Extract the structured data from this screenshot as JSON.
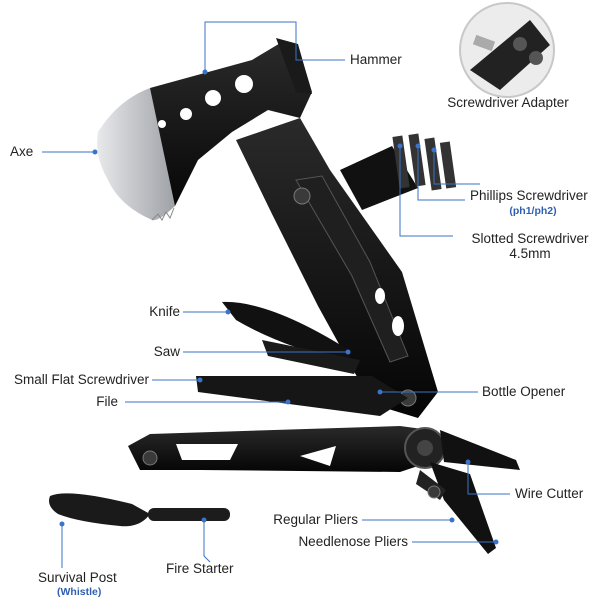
{
  "colors": {
    "leader": "#3a73c9",
    "sub_label": "#2f5fb3",
    "tool_body": "#111111",
    "blade": "#c7c9cc"
  },
  "labels": {
    "hammer": "Hammer",
    "screwdriver_adapter": "Screwdriver Adapter",
    "axe": "Axe",
    "phillips": "Phillips Screwdriver",
    "phillips_sub": "(ph1/ph2)",
    "slotted_line1": "Slotted Screwdriver",
    "slotted_line2": "4.5mm",
    "knife": "Knife",
    "saw": "Saw",
    "small_flat": "Small Flat Screwdriver",
    "file": "File",
    "bottle_opener": "Bottle Opener",
    "wire_cutter": "Wire Cutter",
    "regular_pliers": "Regular Pliers",
    "needlenose_pliers": "Needlenose Pliers",
    "survival_post": "Survival Post",
    "survival_post_sub": "(Whistle)",
    "fire_starter": "Fire Starter"
  }
}
